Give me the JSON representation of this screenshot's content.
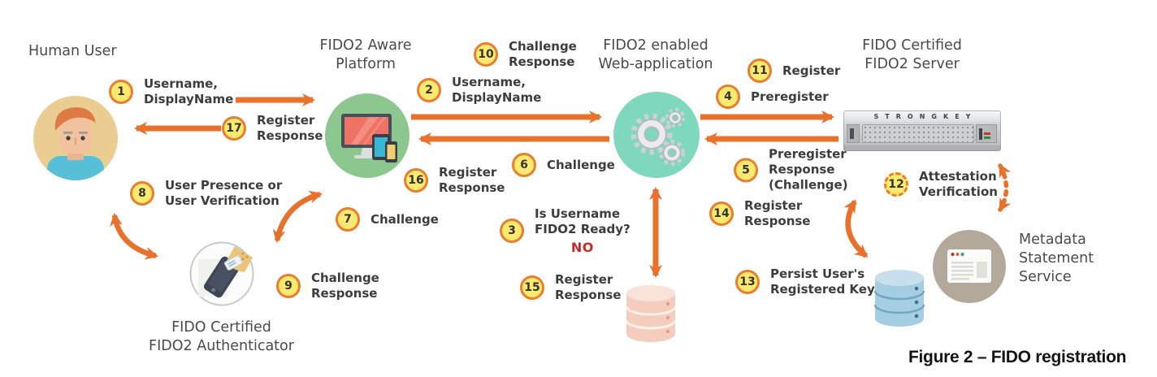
{
  "figure_caption": "Figure 2 – FIDO registration",
  "entities": {
    "human_user": {
      "label": "Human User"
    },
    "platform": {
      "label": "FIDO2 Aware\nPlatform"
    },
    "web_application": {
      "label": "FIDO2 enabled\nWeb-application"
    },
    "fido2_server": {
      "label": "FIDO Certified\nFIDO2 Server",
      "brand": "STRONGKEY"
    },
    "authenticator": {
      "label": "FIDO Certified\nFIDO2 Authenticator"
    },
    "metadata_service": {
      "label": "Metadata\nStatement\nService"
    }
  },
  "messages": [
    {
      "num": "1",
      "label": "Username,\nDisplayName"
    },
    {
      "num": "2",
      "label": "Username,\nDisplayName"
    },
    {
      "num": "3",
      "label": "Is Username\nFIDO2 Ready?",
      "answer": "NO"
    },
    {
      "num": "4",
      "label": "Preregister"
    },
    {
      "num": "5",
      "label": "Preregister\nResponse\n(Challenge)"
    },
    {
      "num": "6",
      "label": "Challenge"
    },
    {
      "num": "7",
      "label": "Challenge"
    },
    {
      "num": "8",
      "label": "User Presence or\nUser Verification"
    },
    {
      "num": "9",
      "label": "Challenge\nResponse"
    },
    {
      "num": "10",
      "label": "Challenge\nResponse"
    },
    {
      "num": "11",
      "label": "Register"
    },
    {
      "num": "12",
      "label": "Attestation\nVerification"
    },
    {
      "num": "13",
      "label": "Persist User's\nRegistered Key"
    },
    {
      "num": "14",
      "label": "Register\nResponse"
    },
    {
      "num": "15",
      "label": "Register\nResponse"
    },
    {
      "num": "16",
      "label": "Register\nResponse"
    },
    {
      "num": "17",
      "label": "Register\nResponse"
    }
  ],
  "colors": {
    "arrow_orange": "#E8712B",
    "badge_fill": "#FBEA6F",
    "badge_border": "#E87E2E",
    "negative_answer_red": "#C42A27",
    "user_circle": "#EBCD92",
    "platform_circle": "#8CC78F",
    "webapp_circle": "#7FD8BC",
    "metadata_circle": "#B2A99B",
    "pink_database": "#F5CDBE",
    "blue_database": "#A6CEE2"
  }
}
